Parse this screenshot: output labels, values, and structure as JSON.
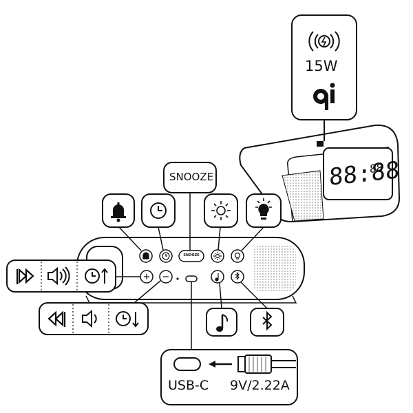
{
  "charger": {
    "wattage_label": "15W"
  },
  "callouts": {
    "snooze_label": "SNOOZE"
  },
  "device": {
    "snooze_button_label": "SNOOZE",
    "display_digits": "88:88",
    "display_small_digits": "88"
  },
  "usb": {
    "port_label": "USB-C",
    "power_label": "9V/2.22A"
  },
  "icons": [
    "alarm-bell-icon",
    "clock-icon",
    "brightness-sun-icon",
    "lightbulb-icon",
    "fast-forward-icon",
    "volume-up-icon",
    "time-up-icon",
    "rewind-icon",
    "volume-down-icon",
    "time-down-icon",
    "music-note-icon",
    "bluetooth-icon",
    "usb-c-port-icon",
    "power-plug-icon",
    "wireless-charging-icon",
    "qi-logo-icon"
  ],
  "colors": {
    "line": "#111111",
    "panel": "#ffffff",
    "speaker_grille": "#111111"
  }
}
